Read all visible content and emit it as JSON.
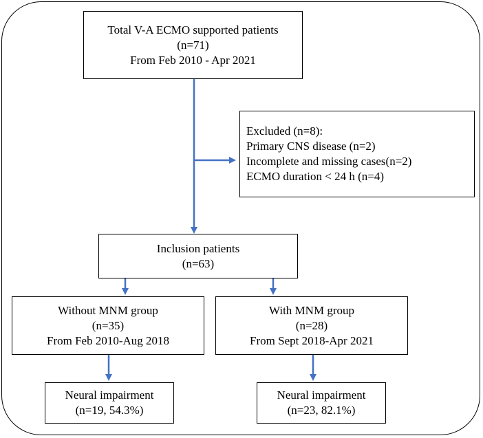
{
  "boxes": {
    "total": [
      "Total V-A ECMO supported patients",
      "(n=71)",
      "From Feb 2010 - Apr 2021"
    ],
    "excluded": [
      "Excluded (n=8):",
      "Primary CNS disease (n=2)",
      "Incomplete and missing cases(n=2)",
      "ECMO duration < 24 h (n=4)"
    ],
    "inclusion": [
      "Inclusion patients",
      "(n=63)"
    ],
    "without_mnm": [
      "Without MNM group",
      "(n=35)",
      "From Feb 2010-Aug 2018"
    ],
    "with_mnm": [
      "With MNM group",
      "(n=28)",
      "From Sept 2018-Apr 2021"
    ],
    "neural_left": [
      "Neural impairment",
      "(n=19, 54.3%)"
    ],
    "neural_right": [
      "Neural impairment",
      "(n=23, 82.1%)"
    ]
  },
  "colors": {
    "arrow": "#4472C4",
    "border": "#000000"
  }
}
